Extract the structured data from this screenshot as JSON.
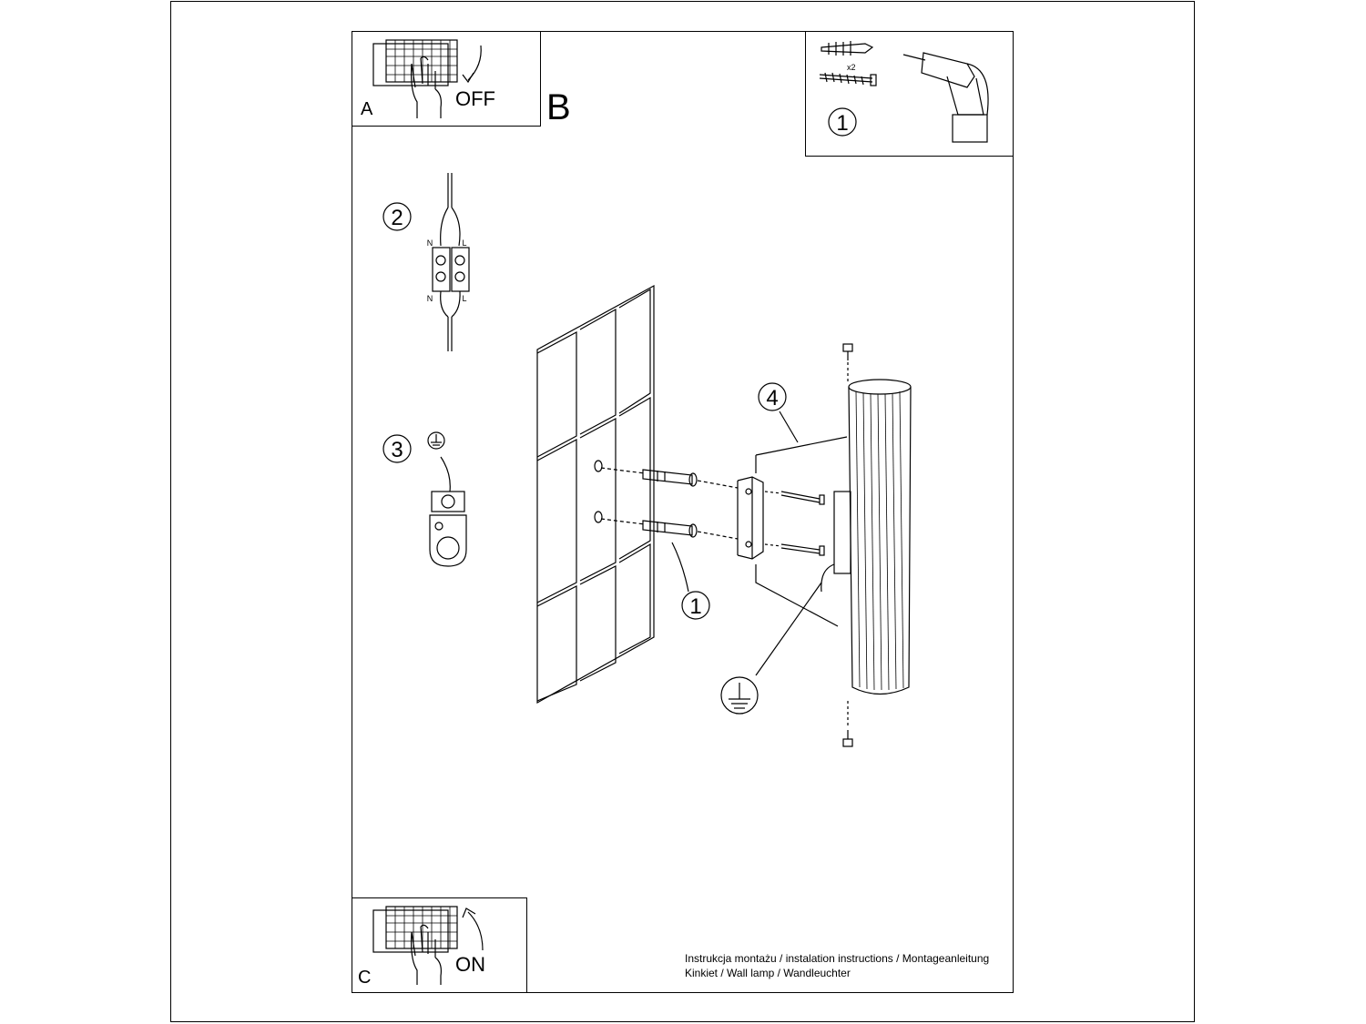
{
  "panels": {
    "a": {
      "letter": "A",
      "state": "OFF"
    },
    "b": {
      "letter": "B"
    },
    "c": {
      "letter": "C",
      "state": "ON"
    }
  },
  "tools": {
    "quantity": "x2",
    "step": "1"
  },
  "steps": {
    "wiring": {
      "number": "2",
      "neutral": "N",
      "live": "L"
    },
    "ground": {
      "number": "3"
    },
    "dowel": {
      "number": "1"
    },
    "bracket": {
      "number": "4"
    }
  },
  "footer": {
    "line1": "Instrukcja montażu / instalation instructions / Montageanleitung",
    "line2": "Kinkiet / Wall lamp / Wandleuchter"
  },
  "icons": [
    "switchboard-icon",
    "hand-icon",
    "arrow-icon",
    "dowel-icon",
    "screw-icon",
    "drill-icon",
    "terminal-block-icon",
    "ground-symbol-icon",
    "ground-terminal-icon",
    "wall-tiles",
    "mounting-bracket",
    "wall-lamp-cylinder"
  ]
}
